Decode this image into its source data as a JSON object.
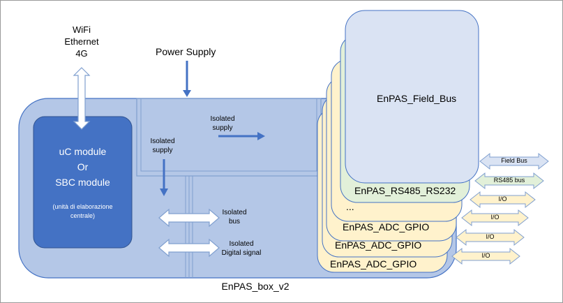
{
  "comms": {
    "line1": "WiFi",
    "line2": "Ethernet",
    "line3": "4G"
  },
  "power_supply": "Power Supply",
  "isolated_supply_right": {
    "line1": "Isolated",
    "line2": "supply"
  },
  "isolated_supply_left": {
    "line1": "Isolated",
    "line2": "supply"
  },
  "cpu_module": {
    "line1": "uC module",
    "line2": "Or",
    "line3": "SBC module",
    "note1": "(unità di elaborazione",
    "note2": "centrale)"
  },
  "isolated_bus": {
    "line1": "Isolated",
    "line2": "bus"
  },
  "isolated_digital": {
    "line1": "Isolated",
    "line2": "Digital signal"
  },
  "box_title": "EnPAS_box_v2",
  "cards": {
    "field_bus": "EnPAS_Field_Bus",
    "rs485": "EnPAS_RS485_RS232",
    "ellipsis": "...",
    "adc1": "EnPAS_ADC_GPIO",
    "adc2": "EnPAS_ADC_GPIO",
    "adc3": "EnPAS_ADC_GPIO"
  },
  "arrows": {
    "field_bus": "Field Bus",
    "rs485_bus": "RS485 bus",
    "io1": "I/O",
    "io2": "I/O",
    "io3": "I/O",
    "io4": "I/O"
  },
  "colors": {
    "box_fill": "#b4c7e7",
    "module_fill": "#4472c4",
    "field_bus_fill": "#dae3f3",
    "rs485_fill": "#e2f0d9",
    "adc_fill": "#fff2cc",
    "power_arrow": "#4472c4"
  }
}
